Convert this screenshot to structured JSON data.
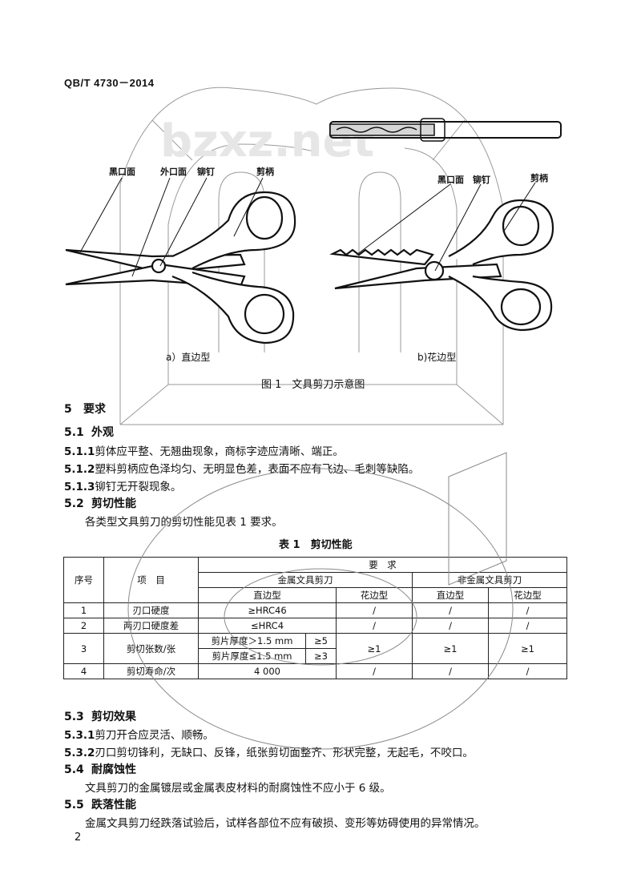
{
  "header": {
    "std_code": "QB/T 4730－2014"
  },
  "figure": {
    "labels_a": [
      "黑口面",
      "外口面",
      "铆钉",
      "剪柄"
    ],
    "labels_b": [
      "黑口面",
      "铆钉",
      "剪柄"
    ],
    "sub_a": "a）直边型",
    "sub_b": "b)花边型",
    "caption": "图 1　文具剪刀示意图"
  },
  "sections": {
    "s5": {
      "num": "5",
      "title": "要求"
    },
    "s51": {
      "num": "5.1",
      "title": "外观"
    },
    "s511": {
      "num": "5.1.1",
      "text": "剪体应平整、无翘曲现象，商标字迹应清晰、端正。"
    },
    "s512": {
      "num": "5.1.2",
      "text": "塑料剪柄应色泽均匀、无明显色差，表面不应有飞边、毛刺等缺陷。"
    },
    "s513": {
      "num": "5.1.3",
      "text": "铆钉无开裂现象。"
    },
    "s52": {
      "num": "5.2",
      "title": "剪切性能"
    },
    "s52_text": "各类型文具剪刀的剪切性能见表 1 要求。",
    "s53": {
      "num": "5.3",
      "title": "剪切效果"
    },
    "s531": {
      "num": "5.3.1",
      "text": "剪刀开合应灵活、顺畅。"
    },
    "s532": {
      "num": "5.3.2",
      "text": "刃口剪切锋利，无缺口、反锋，纸张剪切面整齐、形状完整，无起毛，不咬口。"
    },
    "s54": {
      "num": "5.4",
      "title": "耐腐蚀性"
    },
    "s54_text": "文具剪刀的金属镀层或金属表皮材料的耐腐蚀性不应小于 6 级。",
    "s55": {
      "num": "5.5",
      "title": "跌落性能"
    },
    "s55_text": "金属文具剪刀经跌落试验后，试样各部位不应有破损、变形等妨碍使用的异常情况。"
  },
  "table1": {
    "title": "表 1　剪切性能",
    "h_seq": "序号",
    "h_item": "项　目",
    "h_req": "要　求",
    "h_metal": "金属文具剪刀",
    "h_nonmetal": "非金属文具剪刀",
    "h_straight": "直边型",
    "h_fancy": "花边型",
    "rows": [
      {
        "seq": "1",
        "item": "刃口硬度",
        "straight": "≥HRC46",
        "fancy": "/",
        "nm_straight": "/",
        "nm_fancy": "/"
      },
      {
        "seq": "2",
        "item": "两刃口硬度差",
        "straight": "≤HRC4",
        "fancy": "/",
        "nm_straight": "/",
        "nm_fancy": "/"
      },
      {
        "seq": "3",
        "item": "剪切张数/张",
        "sub1_label": "剪片厚度＞1.5 mm",
        "sub1_val": "≥5",
        "sub2_label": "剪片厚度≤1.5 mm",
        "sub2_val": "≥3",
        "fancy": "≥1",
        "nm_straight": "≥1",
        "nm_fancy": "≥1"
      },
      {
        "seq": "4",
        "item": "剪切寿命/次",
        "straight": "4 000",
        "fancy": "/",
        "nm_straight": "/",
        "nm_fancy": "/"
      }
    ]
  },
  "page_number": "2"
}
